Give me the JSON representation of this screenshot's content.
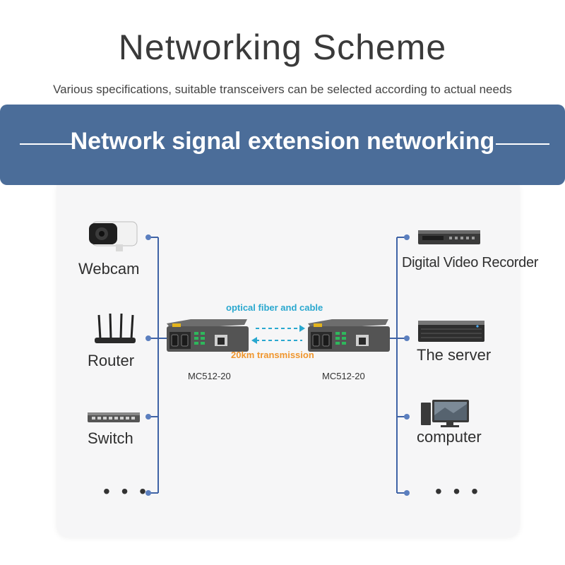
{
  "header": {
    "title": "Networking Scheme",
    "subtitle": "Various specifications, suitable transceivers can be selected according to actual needs"
  },
  "banner": {
    "text": "Network signal extension networking"
  },
  "left_devices": [
    {
      "label": "Webcam",
      "icon": "webcam-icon"
    },
    {
      "label": "Router",
      "icon": "router-icon"
    },
    {
      "label": "Switch",
      "icon": "switch-icon"
    },
    {
      "label": "• • •",
      "icon": ""
    }
  ],
  "right_devices": [
    {
      "label": "Digital Video Recorder",
      "icon": "dvr-icon"
    },
    {
      "label": "The server",
      "icon": "server-icon"
    },
    {
      "label": "computer",
      "icon": "computer-icon"
    },
    {
      "label": "• • •",
      "icon": ""
    }
  ],
  "transceivers": {
    "left_model": "MC512-20",
    "right_model": "MC512-20",
    "link_top_label": "optical fiber and cable",
    "link_bottom_label": "20km transmission"
  },
  "colors": {
    "banner": "#4b6d99",
    "bus_line": "#3f63a6",
    "fiber_label": "#2aa8cf",
    "distance_label": "#f0962e"
  }
}
